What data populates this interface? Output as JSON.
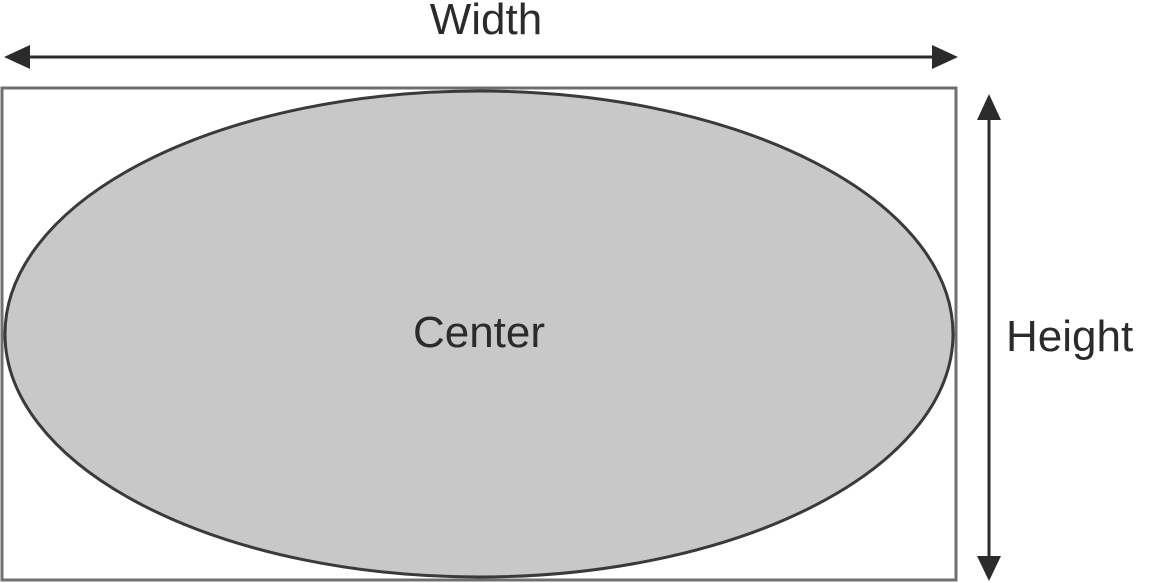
{
  "labels": {
    "width": "Width",
    "height": "Height",
    "center": "Center"
  },
  "colors": {
    "ellipse_fill": "#c8c8c8",
    "ellipse_stroke": "#3a3a3a",
    "rect_stroke": "#6f6f6f",
    "arrow": "#2b2b2b",
    "text": "#2b2b2b"
  }
}
